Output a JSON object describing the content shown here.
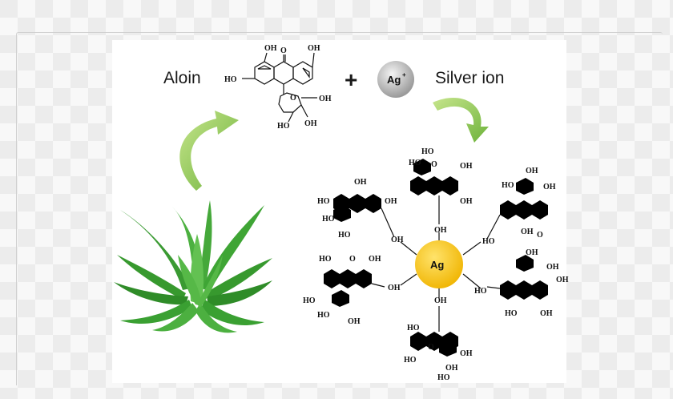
{
  "labels": {
    "aloin": "Aloin",
    "plus": "+",
    "silver_ion": "Silver ion",
    "ag_ion": "Ag",
    "ag_ion_charge": "+",
    "ag_core": "Ag"
  },
  "groups": {
    "hydroxyl": "OH",
    "hydroxyl_left": "HO",
    "carbonyl": "O",
    "ring_oxygen": "O"
  },
  "colors": {
    "arrow_green": "#8cc63f",
    "ag_core_fill": "#f6c21a",
    "ag_ion_fill": "#c8c8c8",
    "leaf_green": "#3fa535"
  }
}
